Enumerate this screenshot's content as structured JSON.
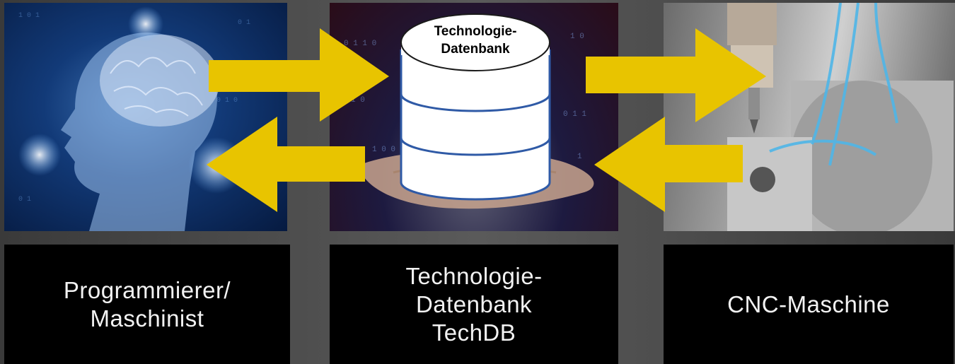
{
  "database_label": {
    "line1": "Technologie-",
    "line2": "Datenbank"
  },
  "captions": {
    "programmer": {
      "line1": "Programmierer/",
      "line2": "Maschinist"
    },
    "techdb": {
      "line1": "Technologie-",
      "line2": "Datenbank",
      "line3": "TechDB"
    },
    "cnc": {
      "line1": "CNC-Maschine"
    }
  },
  "colors": {
    "arrow": "#e8c400",
    "caption_bg": "#000000",
    "caption_text": "#f2f2f2"
  }
}
